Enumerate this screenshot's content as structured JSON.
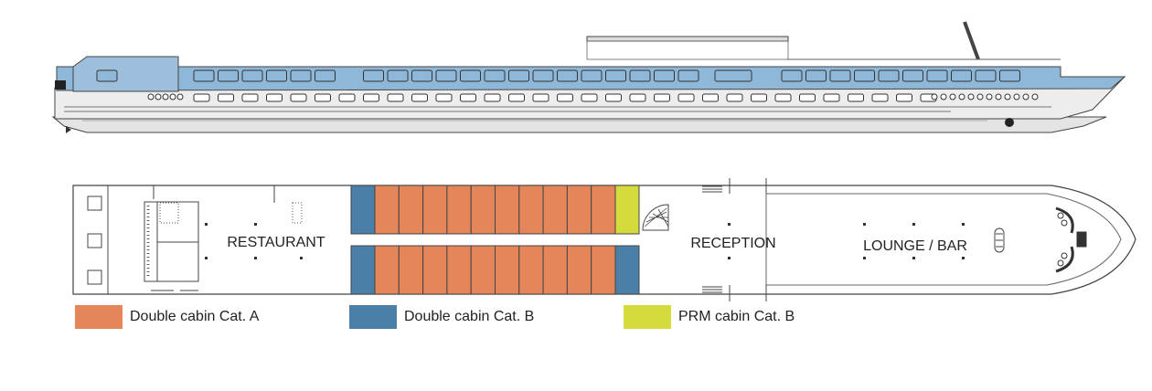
{
  "deck_plan": {
    "rooms": {
      "restaurant": "RESTAURANT",
      "reception": "RECEPTION",
      "lounge_bar": "LOUNGE / BAR"
    },
    "cabins": {
      "top_row": [
        "B",
        "A",
        "A",
        "A",
        "A",
        "A",
        "A",
        "A",
        "A",
        "A",
        "A",
        "PRM"
      ],
      "bottom_row": [
        "B",
        "A",
        "A",
        "A",
        "A",
        "A",
        "A",
        "A",
        "A",
        "A",
        "A",
        "B"
      ]
    }
  },
  "legend": [
    {
      "label": "Double cabin Cat. A",
      "color": "#E5855A"
    },
    {
      "label": "Double cabin Cat. B",
      "color": "#4A7FA7"
    },
    {
      "label": "PRM cabin Cat. B",
      "color": "#D4DB3D"
    }
  ],
  "colors": {
    "hull_blue": "#8FB7D8",
    "hull_grey": "#E4E4E4",
    "outline": "#333333"
  }
}
